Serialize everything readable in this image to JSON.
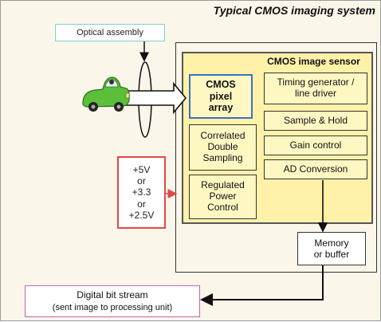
{
  "title": "Typical CMOS imaging system",
  "optical_assembly": "Optical assembly",
  "sensor": {
    "title": "CMOS image sensor",
    "pixel_array": [
      "CMOS",
      "pixel",
      "array"
    ],
    "cds": [
      "Correlated",
      "Double",
      "Sampling"
    ],
    "regulated": [
      "Regulated",
      "Power",
      "Control"
    ],
    "timing": [
      "Timing generator /",
      "line driver"
    ],
    "sample_hold": "Sample & Hold",
    "gain_control": "Gain control",
    "ad_conversion": "AD Conversion"
  },
  "voltage": [
    "+5V",
    "or",
    "+3.3",
    "or",
    "+2.5V"
  ],
  "memory": [
    "Memory",
    "or buffer"
  ],
  "digital": {
    "line1": "Digital bit stream",
    "line2": "(sent image to processing unit)"
  },
  "colors": {
    "sensor_fill": "#fff2a8",
    "pixel_array_border": "#3a6fc9",
    "voltage_border": "#e04848",
    "optical_border": "#7fd1d1",
    "digital_border": "#c060c0",
    "car_body": "#5bbf3a"
  }
}
